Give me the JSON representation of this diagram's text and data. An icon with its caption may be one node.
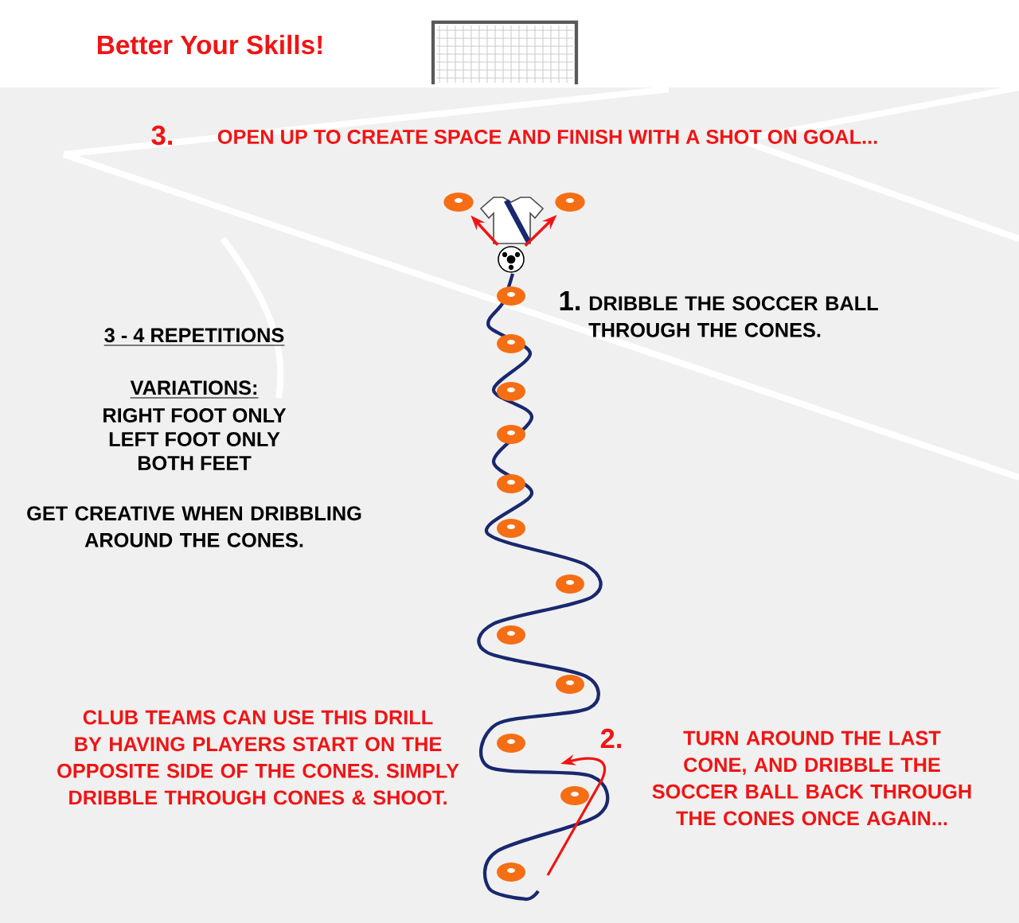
{
  "diagram": {
    "title": "Better Your Skills!",
    "nodes": [
      {
        "text": [],
        "shape": "circle"
      },
      {
        "text": [],
        "shape": "cone"
      },
      {
        "text": [],
        "shape": "cone"
      }
    ],
    "edges": [
      {
        "from": 0,
        "to": 1,
        "arrow": "to"
      },
      {
        "from": 0,
        "to": 2,
        "arrow": "to"
      }
    ],
    "labels": [
      "3.",
      "OPEN UP TO CREATE SPACE AND FINISH WITH A SHOT ON GOAL...",
      "1.",
      "DRIBBLE THE SOCCER BALL THROUGH THE CONES.",
      "3 - 4 REPETITIONS",
      "VARIATIONS:",
      "RIGHT FOOT ONLY",
      "LEFT FOOT ONLY",
      "BOTH FEET",
      "GET CREATIVE WHEN DRIBBLING AROUND THE CONES.",
      "CLUB TEAMS CAN USE THIS DRILL BY HAVING PLAYERS START ON THE OPPOSITE SIDE OF THE CONES. SIMPLY DRIBBLE THROUGH CONES & SHOOT.",
      "2.",
      "TURN AROUND THE LAST CONE, AND DRIBBLE THE SOCCER BALL BACK THROUGH THE CONES ONCE AGAIN..."
    ]
  }
}
